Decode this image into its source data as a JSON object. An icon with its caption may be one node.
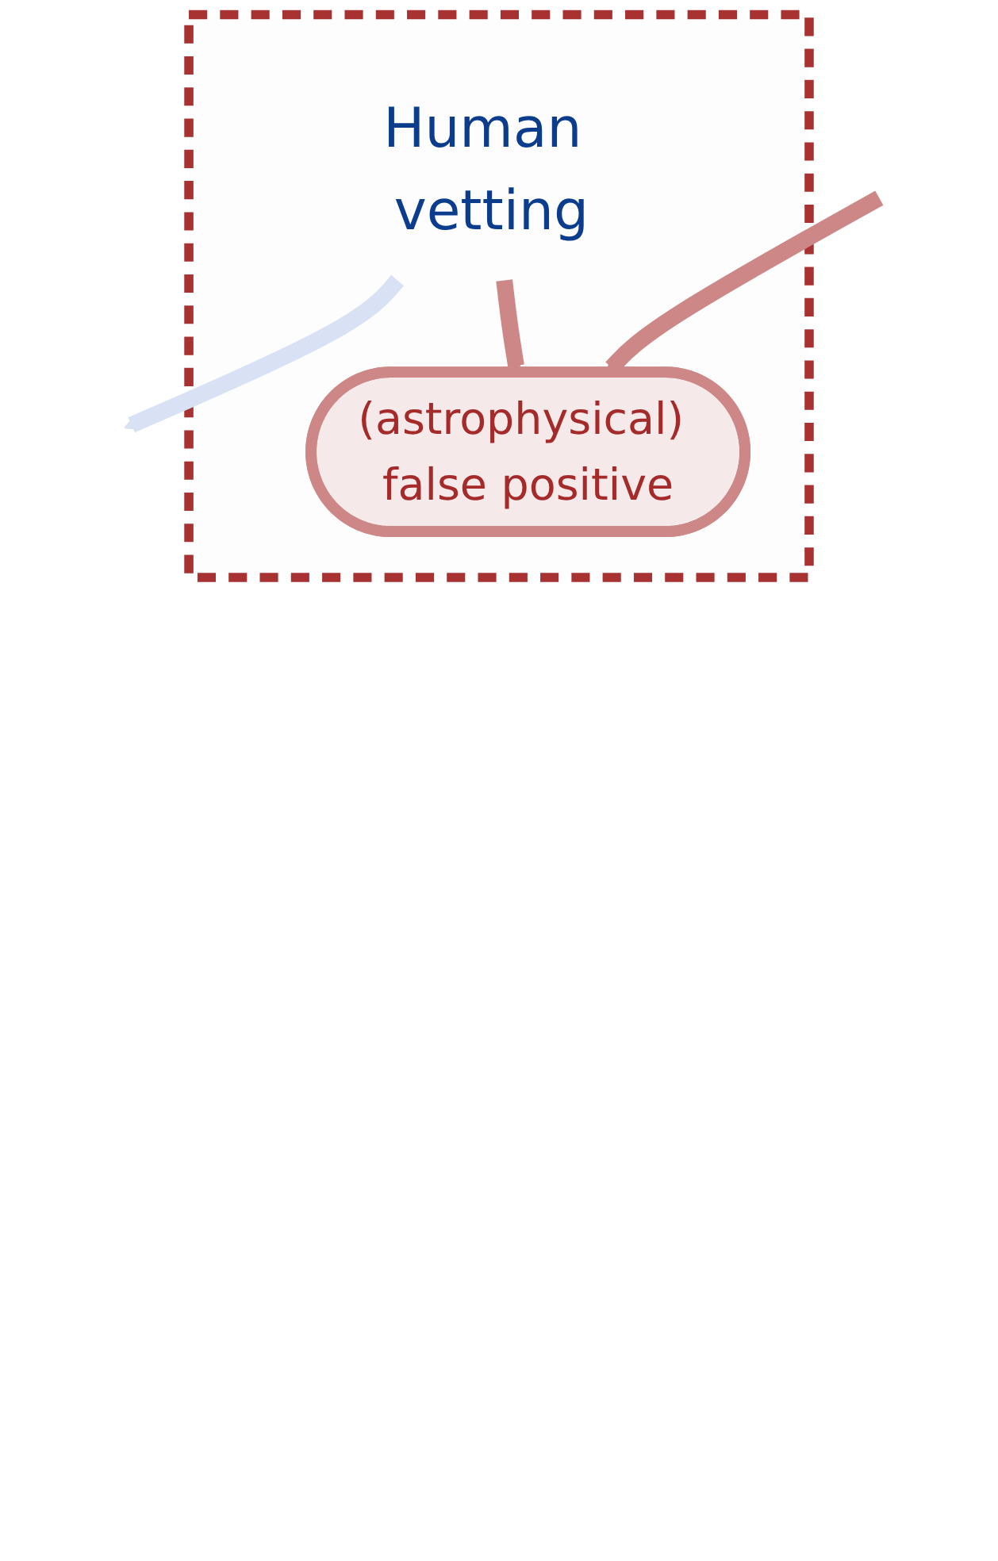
{
  "diagram": {
    "nodes": [
      {
        "text": [],
        "shape": "box"
      },
      {
        "text": [
          "Human vetting"
        ],
        "in": 0
      },
      {
        "text": [
          "(astrophysical) false positive"
        ],
        "in": 0
      }
    ],
    "edges": [
      {
        "from": 1,
        "to": null,
        "arrow": "to",
        "color": "#d8e2f4"
      },
      {
        "from": 1,
        "to": 2,
        "arrow": "to"
      },
      {
        "from": null,
        "to": 2,
        "arrow": "to"
      }
    ]
  }
}
